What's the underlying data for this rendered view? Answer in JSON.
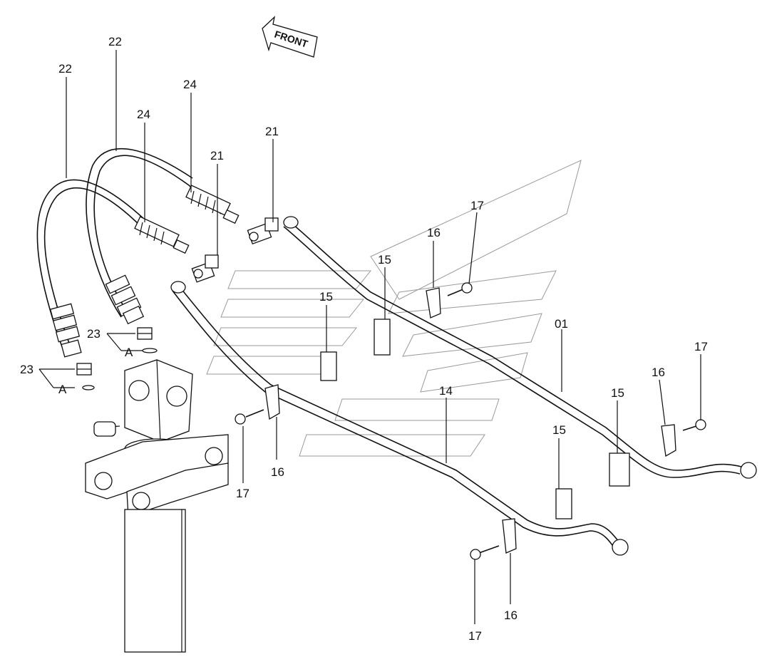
{
  "direction_arrow": {
    "label": "FRONT"
  },
  "callouts": {
    "c22a": "22",
    "c22b": "22",
    "c24a": "24",
    "c24b": "24",
    "c21a": "21",
    "c21b": "21",
    "c23a": "23",
    "c23b": "23",
    "cAa": "A",
    "cAb": "A",
    "c17a": "17",
    "c16a": "16",
    "c15a": "15",
    "c15b": "15",
    "c16b": "16",
    "c17b": "17",
    "c01": "01",
    "c14": "14",
    "c15c": "15",
    "c16c": "16",
    "c17c": "17",
    "c15d": "15",
    "c16d": "16",
    "c17d": "17"
  }
}
